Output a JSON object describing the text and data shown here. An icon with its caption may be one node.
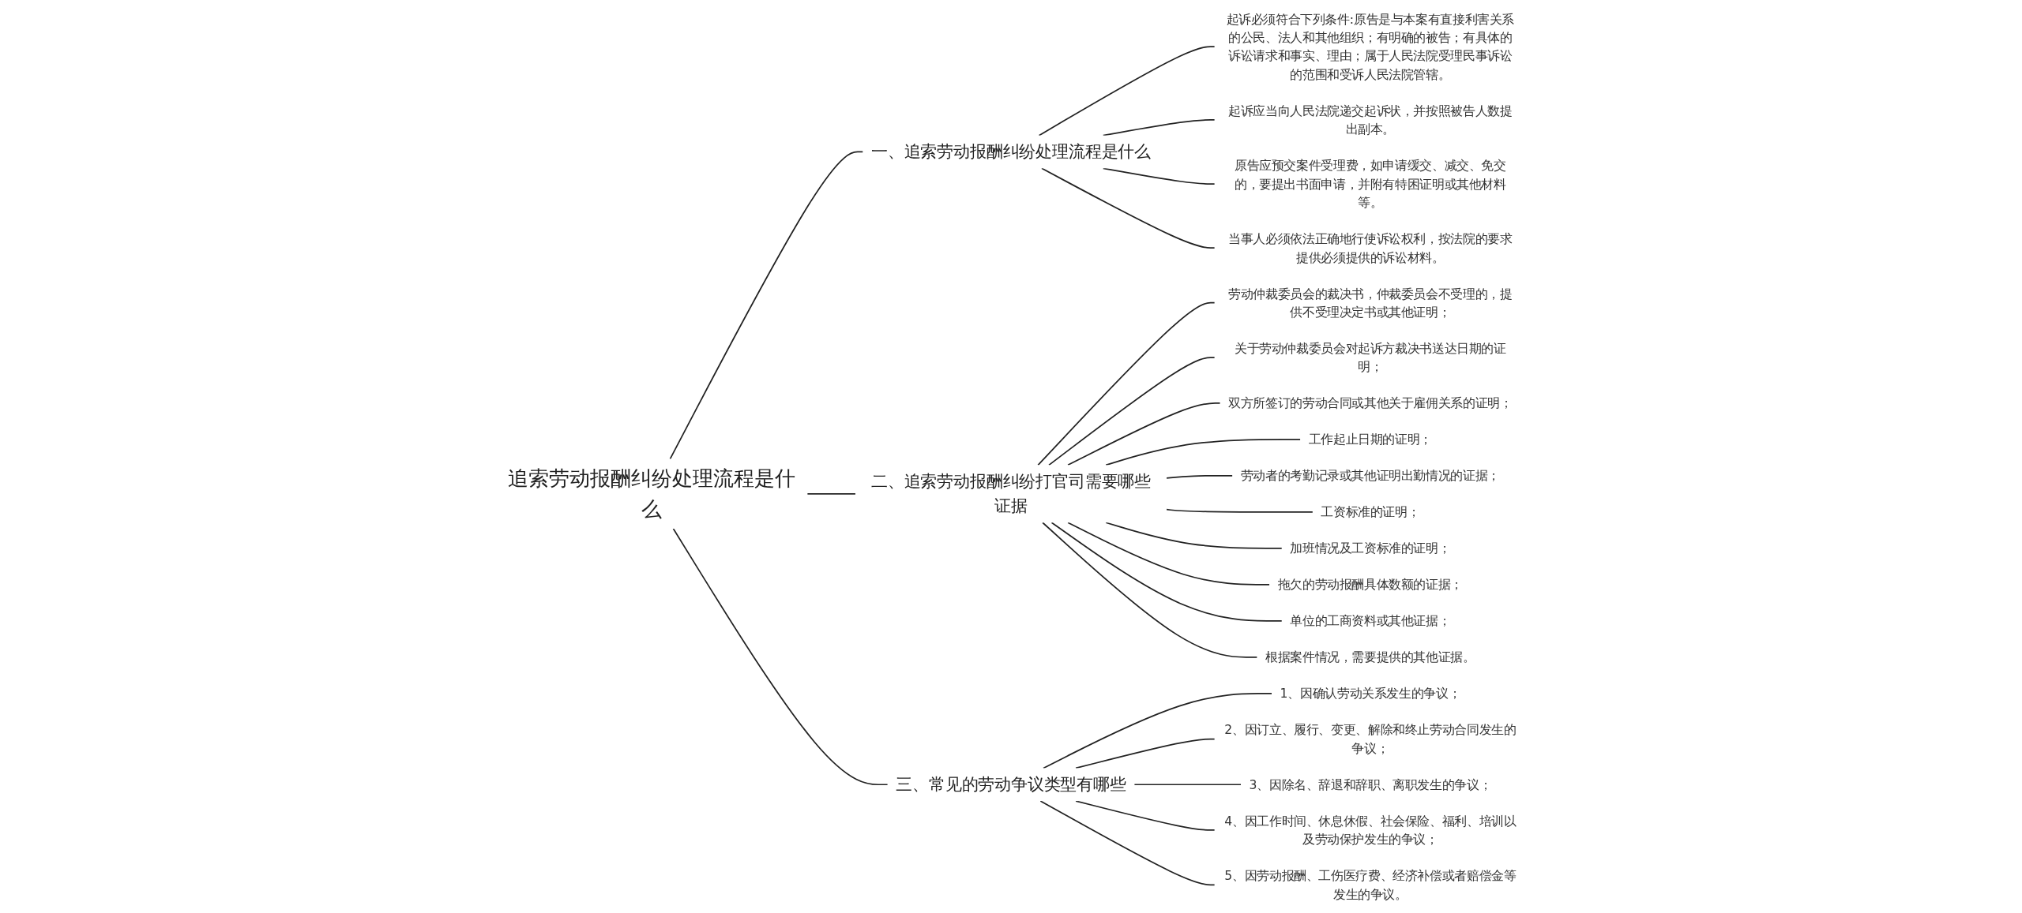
{
  "diagram": {
    "nodes": [
      {
        "text": [
          "追索劳动报酬纠纷处理流程是什么"
        ]
      },
      {
        "text": [
          "一、追索劳动报酬纠纷处理流程是什么"
        ]
      },
      {
        "text": [
          "起诉必须符合下列条件:原告是与本案有直接利害关系的公民、法人和其他组织；有明确的被告；有具体的诉讼请求和事实、理由；属于人民法院受理民事诉讼的范围和受诉人民法院管辖。"
        ]
      },
      {
        "text": [
          "起诉应当向人民法院递交起诉状，并按照被告人数提出副本。"
        ]
      },
      {
        "text": [
          "原告应预交案件受理费，如申请缓交、减交、免交的，要提出书面申请，并附有特困证明或其他材料等。"
        ]
      },
      {
        "text": [
          "当事人必须依法正确地行使诉讼权利，按法院的要求提供必须提供的诉讼材料。"
        ]
      },
      {
        "text": [
          "二、追索劳动报酬纠纷打官司需要哪些证据"
        ]
      },
      {
        "text": [
          "劳动仲裁委员会的裁决书，仲裁委员会不受理的，提供不受理决定书或其他证明；"
        ]
      },
      {
        "text": [
          "关于劳动仲裁委员会对起诉方裁决书送达日期的证明；"
        ]
      },
      {
        "text": [
          "双方所签订的劳动合同或其他关于雇佣关系的证明；"
        ]
      },
      {
        "text": [
          "工作起止日期的证明；"
        ]
      },
      {
        "text": [
          "劳动者的考勤记录或其他证明出勤情况的证据；"
        ]
      },
      {
        "text": [
          "工资标准的证明；"
        ]
      },
      {
        "text": [
          "加班情况及工资标准的证明；"
        ]
      },
      {
        "text": [
          "拖欠的劳动报酬具体数额的证据；"
        ]
      },
      {
        "text": [
          "单位的工商资料或其他证据；"
        ]
      },
      {
        "text": [
          "根据案件情况，需要提供的其他证据。"
        ]
      },
      {
        "text": [
          "三、常见的劳动争议类型有哪些"
        ]
      },
      {
        "text": [
          "1、因确认劳动关系发生的争议；"
        ]
      },
      {
        "text": [
          "2、因订立、履行、变更、解除和终止劳动合同发生的争议；"
        ]
      },
      {
        "text": [
          "3、因除名、辞退和辞职、离职发生的争议；"
        ]
      },
      {
        "text": [
          "4、因工作时间、休息休假、社会保险、福利、培训以及劳动保护发生的争议；"
        ]
      },
      {
        "text": [
          "5、因劳动报酬、工伤医疗费、经济补偿或者赔偿金等发生的争议。"
        ]
      }
    ],
    "edges": [
      {
        "from": 0,
        "to": 1,
        "arrow": "none"
      },
      {
        "from": 1,
        "to": 2,
        "arrow": "none"
      },
      {
        "from": 1,
        "to": 3,
        "arrow": "none"
      },
      {
        "from": 1,
        "to": 4,
        "arrow": "none"
      },
      {
        "from": 1,
        "to": 5,
        "arrow": "none"
      },
      {
        "from": 0,
        "to": 6,
        "arrow": "none"
      },
      {
        "from": 6,
        "to": 7,
        "arrow": "none"
      },
      {
        "from": 6,
        "to": 8,
        "arrow": "none"
      },
      {
        "from": 6,
        "to": 9,
        "arrow": "none"
      },
      {
        "from": 6,
        "to": 10,
        "arrow": "none"
      },
      {
        "from": 6,
        "to": 11,
        "arrow": "none"
      },
      {
        "from": 6,
        "to": 12,
        "arrow": "none"
      },
      {
        "from": 6,
        "to": 13,
        "arrow": "none"
      },
      {
        "from": 6,
        "to": 14,
        "arrow": "none"
      },
      {
        "from": 6,
        "to": 15,
        "arrow": "none"
      },
      {
        "from": 6,
        "to": 16,
        "arrow": "none"
      },
      {
        "from": 0,
        "to": 17,
        "arrow": "none"
      },
      {
        "from": 17,
        "to": 18,
        "arrow": "none"
      },
      {
        "from": 17,
        "to": 19,
        "arrow": "none"
      },
      {
        "from": 17,
        "to": 20,
        "arrow": "none"
      },
      {
        "from": 17,
        "to": 21,
        "arrow": "none"
      },
      {
        "from": 17,
        "to": 22,
        "arrow": "none"
      }
    ]
  }
}
